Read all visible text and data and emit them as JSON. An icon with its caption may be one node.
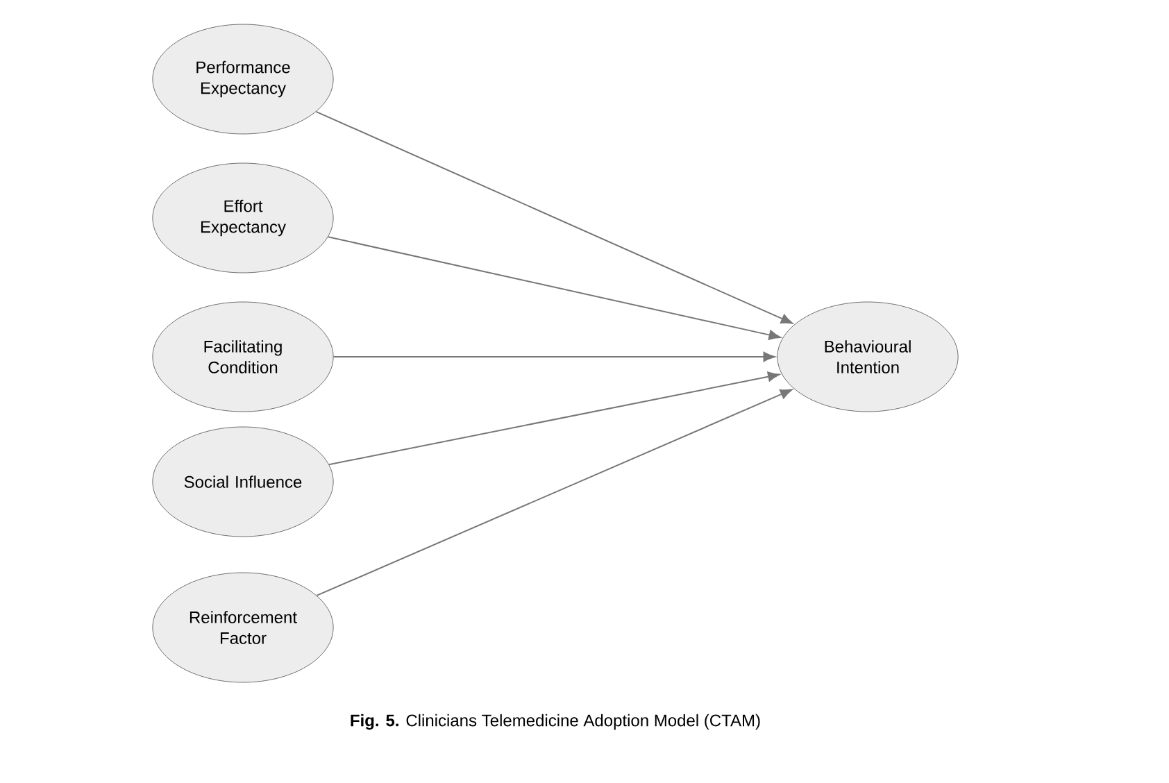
{
  "diagram": {
    "caption": "**Fig. 5.**  Clinicians Telemedicine Adoption Model (CTAM)",
    "nodes": [
      {
        "text": [
          "Performance Expectancy"
        ]
      },
      {
        "text": [
          "Effort Expectancy"
        ]
      },
      {
        "text": [
          "Facilitating Condition"
        ]
      },
      {
        "text": [
          "Social Influence"
        ]
      },
      {
        "text": [
          "Reinforcement Factor"
        ]
      },
      {
        "text": [
          "Behavioural Intention"
        ]
      }
    ],
    "edges": [
      {
        "from": 0,
        "to": 5,
        "arrow": "to"
      },
      {
        "from": 1,
        "to": 5,
        "arrow": "to"
      },
      {
        "from": 2,
        "to": 5,
        "arrow": "to"
      },
      {
        "from": 3,
        "to": 5,
        "arrow": "to"
      },
      {
        "from": 4,
        "to": 5,
        "arrow": "to"
      }
    ]
  }
}
